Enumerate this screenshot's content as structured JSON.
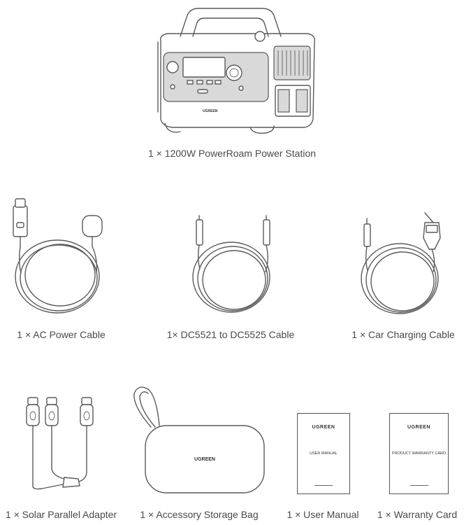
{
  "items": {
    "power_station": {
      "caption": "1 × 1200W PowerRoam Power Station",
      "brand": "UGREEN"
    },
    "ac_cable": {
      "caption": "1 × AC Power Cable"
    },
    "dc_cable": {
      "caption": "1× DC5521 to DC5525 Cable"
    },
    "car_cable": {
      "caption": "1 × Car Charging Cable"
    },
    "solar_adapter": {
      "caption": "1 × Solar Parallel Adapter"
    },
    "storage_bag": {
      "caption": "1 × Accessory Storage Bag",
      "brand": "UGREEN"
    },
    "user_manual": {
      "caption": "1 × User Manual",
      "brand": "UGREEN",
      "title": "USER MANUAL"
    },
    "warranty_card": {
      "caption": "1 × Warranty Card",
      "brand": "UGREEN",
      "title": "PRODUCT WARRANTY CARD"
    }
  }
}
